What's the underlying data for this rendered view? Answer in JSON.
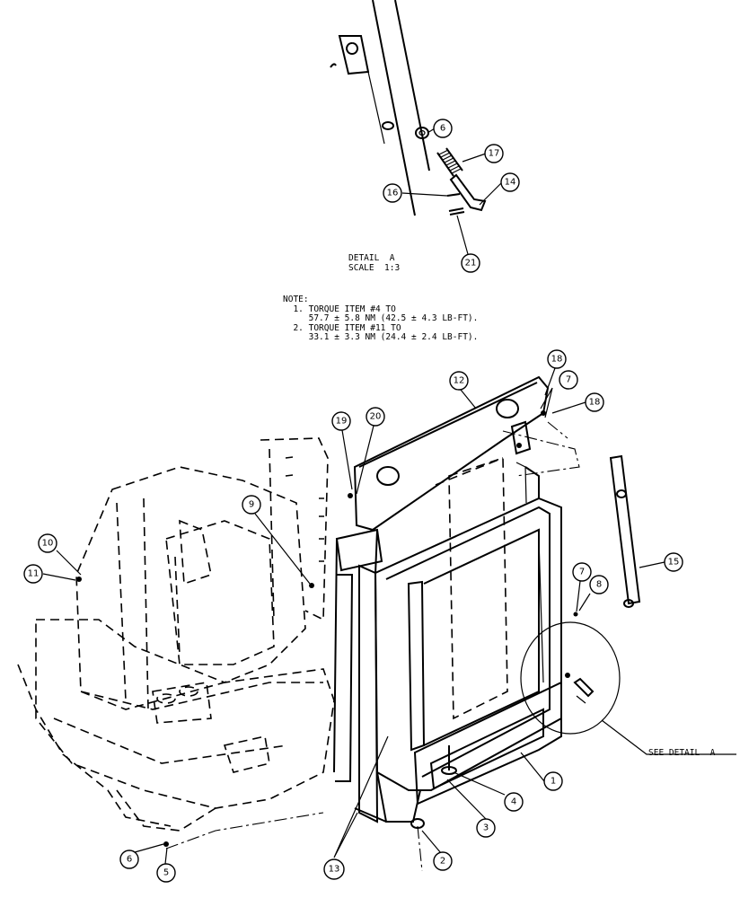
{
  "detail": {
    "title": "DETAIL  A",
    "scale": "SCALE  1:3"
  },
  "note": {
    "heading": "NOTE:",
    "line1": "1. TORQUE ITEM #4 TO",
    "line2": "57.7 ± 5.8 NM (42.5 ± 4.3 LB-FT).",
    "line3": "2. TORQUE ITEM #11 TO",
    "line4": "33.1 ± 3.3 NM (24.4 ± 2.4 LB-FT)."
  },
  "see_detail": "SEE DETAIL  A",
  "callouts": {
    "c6a": "6",
    "c17": "17",
    "c14": "14",
    "c16": "16",
    "c21": "21",
    "c12": "12",
    "c18a": "18",
    "c7a": "7",
    "c18b": "18",
    "c19": "19",
    "c20": "20",
    "c9": "9",
    "c10": "10",
    "c11": "11",
    "c15": "15",
    "c7b": "7",
    "c8": "8",
    "c1": "1",
    "c4": "4",
    "c3": "3",
    "c2": "2",
    "c13": "13",
    "c6b": "6",
    "c5": "5"
  }
}
